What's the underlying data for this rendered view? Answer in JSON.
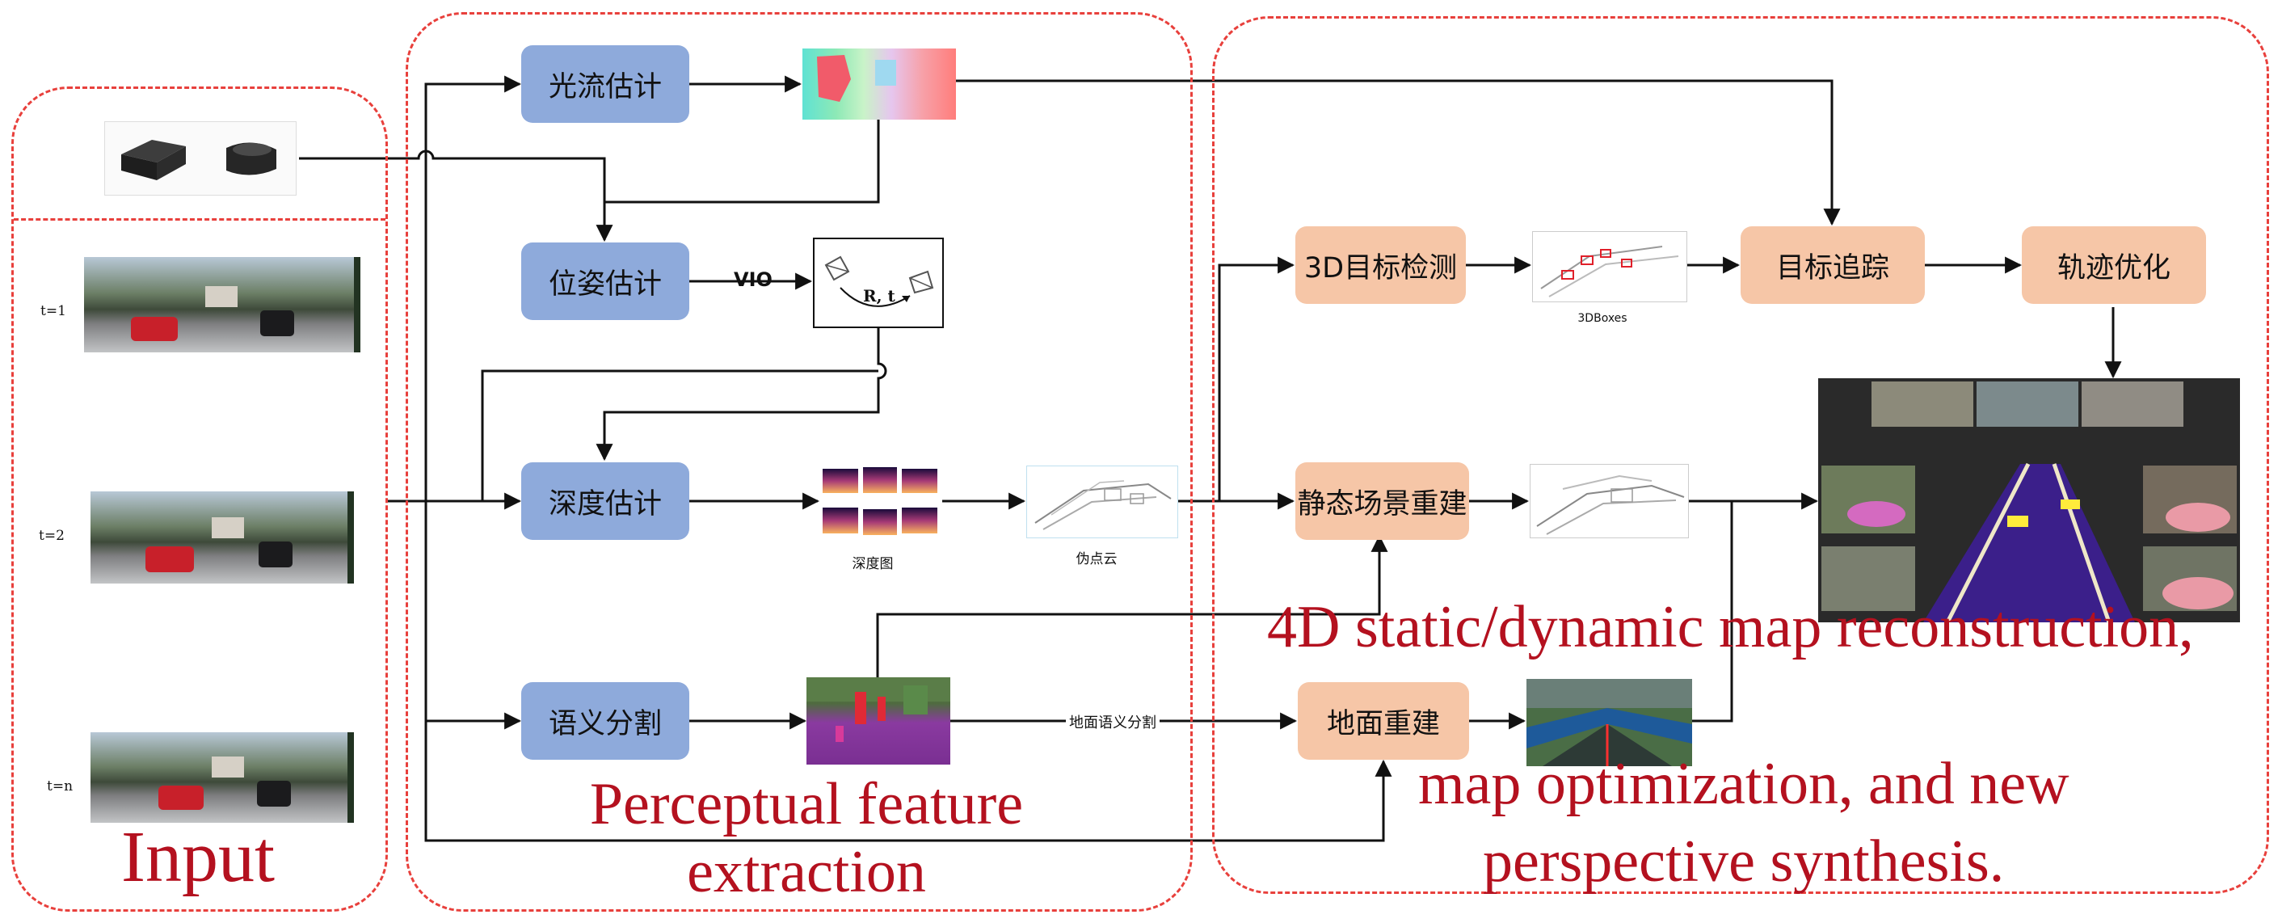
{
  "sections": {
    "input_title": "Input",
    "perception_title_line1": "Perceptual feature",
    "perception_title_line2": "extraction",
    "map_title_line1": "4D static/dynamic map reconstruction,",
    "map_title_line2": "map optimization, and new",
    "map_title_line3": "perspective synthesis."
  },
  "frame_labels": [
    "t=1",
    "t=2",
    "t=n"
  ],
  "nodes": {
    "optical_flow": "光流估计",
    "pose": "位姿估计",
    "depth": "深度估计",
    "semantic_seg": "语义分割",
    "detection_3d": "3D目标检测",
    "tracking": "目标追踪",
    "trajectory_opt": "轨迹优化",
    "static_recon": "静态场景重建",
    "ground_recon": "地面重建"
  },
  "edge_labels": {
    "vio": "VIO",
    "ground_semantic": "地面语义分割"
  },
  "captions": {
    "pose_formula": "R, t",
    "depth_map": "深度图",
    "pseudo_cloud": "伪点云",
    "boxes_3d": "3DBoxes"
  },
  "colors": {
    "section_border": "#e8403c",
    "section_title": "#b4111f",
    "perception_node": "#8eaadb",
    "reconstruction_node": "#f6c6a7",
    "arrow": "#111111"
  }
}
